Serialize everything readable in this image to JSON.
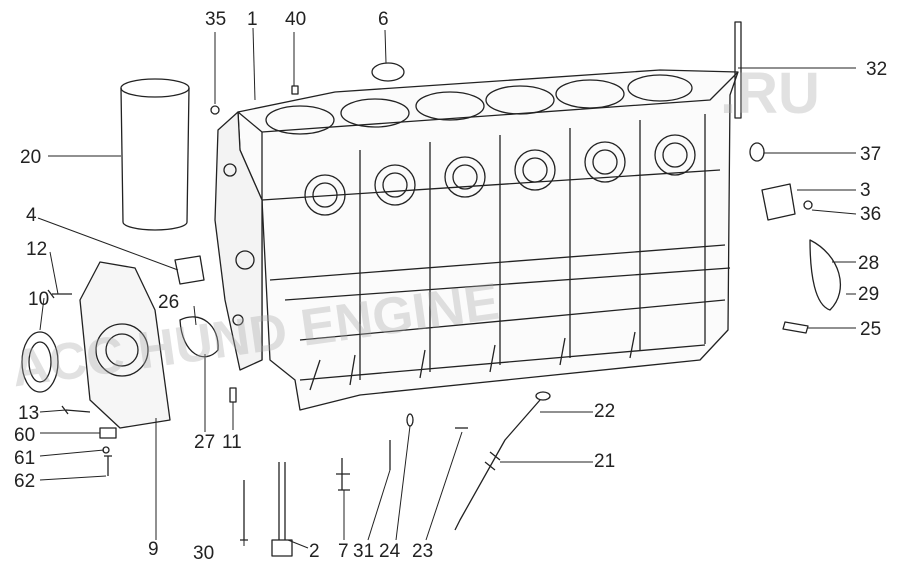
{
  "watermark": {
    "text_upper": ".RU",
    "text_lower": "ACC HUND ENGINE"
  },
  "callouts": [
    {
      "id": "1",
      "label": "1"
    },
    {
      "id": "2",
      "label": "2"
    },
    {
      "id": "3",
      "label": "3"
    },
    {
      "id": "4",
      "label": "4"
    },
    {
      "id": "6",
      "label": "6"
    },
    {
      "id": "7",
      "label": "7"
    },
    {
      "id": "9",
      "label": "9"
    },
    {
      "id": "10",
      "label": "10"
    },
    {
      "id": "11",
      "label": "11"
    },
    {
      "id": "12",
      "label": "12"
    },
    {
      "id": "13",
      "label": "13"
    },
    {
      "id": "20",
      "label": "20"
    },
    {
      "id": "21",
      "label": "21"
    },
    {
      "id": "22",
      "label": "22"
    },
    {
      "id": "23",
      "label": "23"
    },
    {
      "id": "24",
      "label": "24"
    },
    {
      "id": "25",
      "label": "25"
    },
    {
      "id": "26",
      "label": "26"
    },
    {
      "id": "27",
      "label": "27"
    },
    {
      "id": "28",
      "label": "28"
    },
    {
      "id": "29",
      "label": "29"
    },
    {
      "id": "30",
      "label": "30"
    },
    {
      "id": "31",
      "label": "31"
    },
    {
      "id": "32",
      "label": "32"
    },
    {
      "id": "35",
      "label": "35"
    },
    {
      "id": "36",
      "label": "36"
    },
    {
      "id": "37",
      "label": "37"
    },
    {
      "id": "40",
      "label": "40"
    },
    {
      "id": "60",
      "label": "60"
    },
    {
      "id": "61",
      "label": "61"
    },
    {
      "id": "62",
      "label": "62"
    }
  ]
}
